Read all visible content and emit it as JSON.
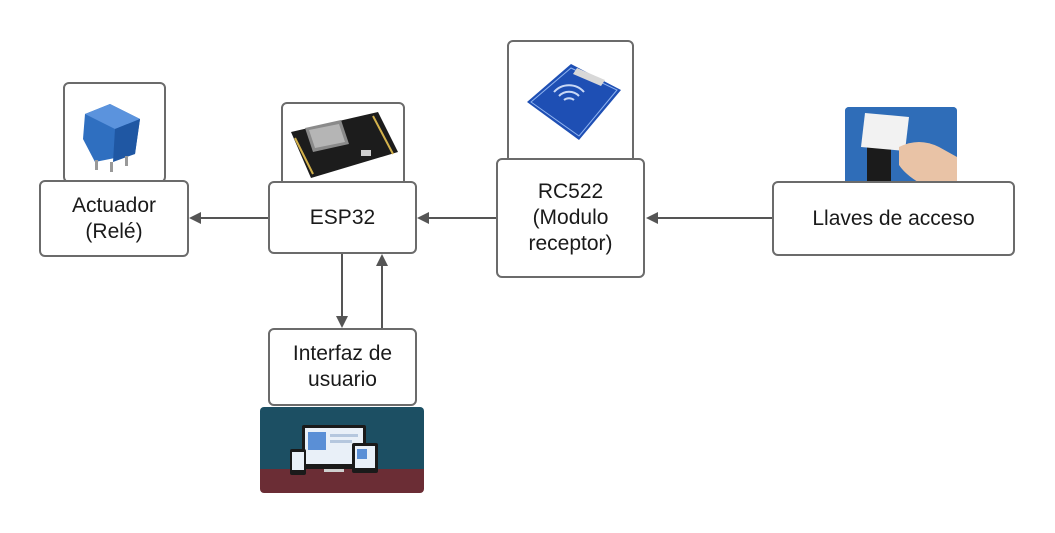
{
  "nodes": {
    "actuator": {
      "label": "Actuador\n(Relé)",
      "image_icon": "relay-module-icon"
    },
    "esp32": {
      "label": "ESP32",
      "image_icon": "esp32-board-icon"
    },
    "rc522": {
      "label": "RC522\n(Modulo\nreceptor)",
      "image_icon": "rfid-reader-icon"
    },
    "keys": {
      "label": "Llaves de acceso",
      "image_icon": "access-card-hand-icon"
    },
    "ui": {
      "label": "Interfaz de\nusuario",
      "image_icon": "devices-illustration-icon"
    }
  },
  "colors": {
    "border": "#6b6b6b",
    "arrow": "#555555"
  }
}
